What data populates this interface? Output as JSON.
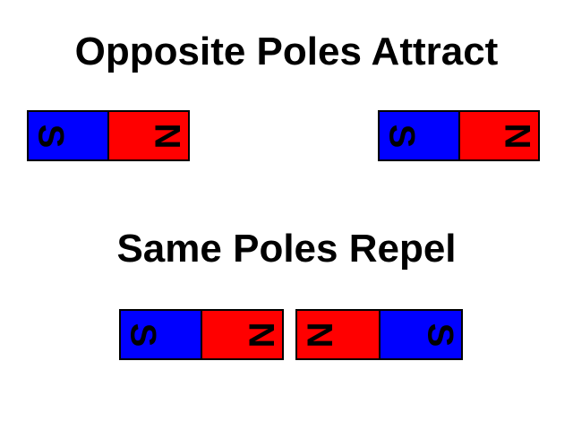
{
  "slide": {
    "background": "#ffffff",
    "colors": {
      "south_pole": "#0000ff",
      "north_pole": "#ff0000",
      "outline": "#000000",
      "text": "#000000"
    },
    "attract_section": {
      "title": "Opposite Poles Attract",
      "magnets": [
        {
          "left_pole": "S",
          "right_pole": "N"
        },
        {
          "left_pole": "S",
          "right_pole": "N"
        }
      ]
    },
    "repel_section": {
      "title": "Same Poles Repel",
      "magnets": [
        {
          "left_pole": "S",
          "right_pole": "N"
        },
        {
          "left_pole": "N",
          "right_pole": "S"
        }
      ]
    }
  }
}
